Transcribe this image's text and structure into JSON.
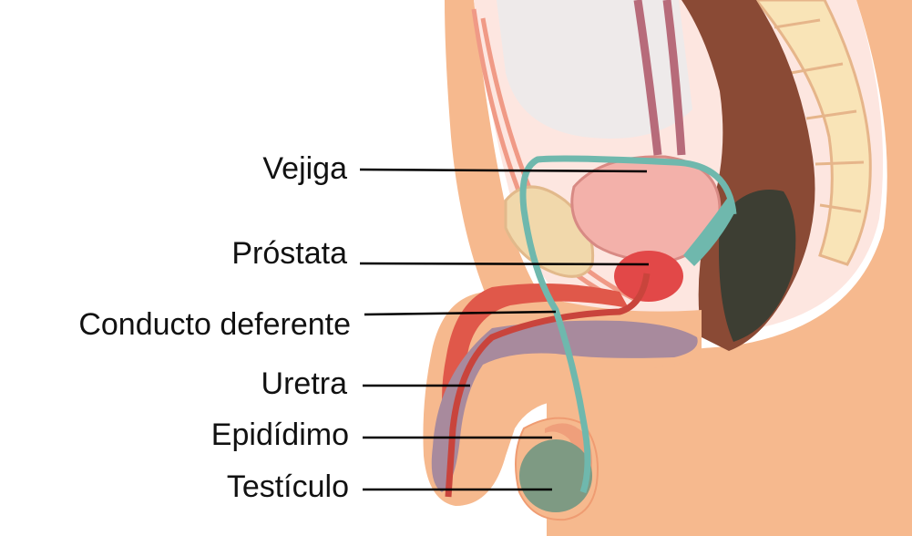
{
  "labels": {
    "bladder": "Vejiga",
    "prostate": "Próstata",
    "vas_deferens": "Conducto deferente",
    "urethra": "Uretra",
    "epididymis": "Epidídimo",
    "testicle": "Testículo"
  },
  "colors": {
    "skin": "#f6b98e",
    "skin_dark": "#ef9c72",
    "cavity": "#fde6e0",
    "bladder": "#f3b1aa",
    "prostate": "#e24848",
    "rectum": "#8a4a35",
    "rectum_inner": "#3d3e33",
    "spine": "#f9e4b7",
    "pubic_bone": "#f1d8ab",
    "erectile_red": "#e0584a",
    "erectile_purple": "#a88a9d",
    "vas_deferens": "#6fb8ad",
    "testicle": "#7e9a83",
    "epididymis": "#ef9f7b",
    "leader_line": "#000000"
  },
  "icons": [
    "anatomy-illustration"
  ]
}
